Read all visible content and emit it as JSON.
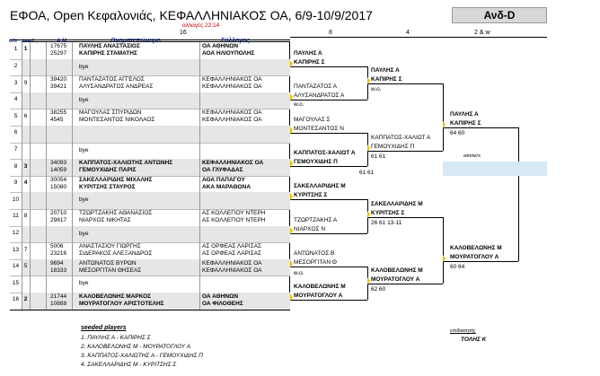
{
  "header": {
    "title": "ΕΦΟΑ, Open Κεφαλονιάς, ΚΕΦΑΛΛΗΝΙΑΚΟΣ ΟΑ, 6/9-10/9/2017",
    "category": "Ανδ-D",
    "update_note": "αλλαγές 22:14"
  },
  "columns": {
    "ao": "α/α",
    "seed": "seed",
    "am": "Α.Μ.",
    "name": "Ονοματεπώνυμο",
    "club": "Σύλλογος",
    "r16": "16",
    "r8": "8",
    "r4": "4",
    "r2": "2 & w"
  },
  "rows": [
    {
      "no": "1",
      "seed": "1",
      "am1": "17675",
      "am2": "25297",
      "p1": "ΠΑΥΛΗΣ ΑΝΑΣΤΑΣΙΟΣ",
      "p2": "ΚΑΠΙΡΗΣ ΣΤΑΜΑΤΗΣ",
      "c1": "ΟΑ ΑΘΗΝΩΝ",
      "c2": "ΑΟΑ ΗΛΙΟΥΠΟΛΗΣ"
    },
    {
      "no": "2",
      "seed": "",
      "am1": "",
      "am2": "",
      "p1": "bye",
      "p2": "",
      "c1": "",
      "c2": ""
    },
    {
      "no": "3",
      "seed": "9",
      "am1": "39420",
      "am2": "39421",
      "p1": "ΠΑΝΤΑΖΑΤΟΣ ΑΓΓΕΛΟΣ",
      "p2": "ΑΛΥΣΑΝΔΡΑΤΟΣ ΑΝΔΡΕΑΣ",
      "c1": "ΚΕΦΑΛΛΗΝΙΑΚΟΣ ΟΑ",
      "c2": "ΚΕΦΑΛΛΗΝΙΑΚΟΣ ΟΑ"
    },
    {
      "no": "4",
      "seed": "",
      "am1": "",
      "am2": "",
      "p1": "bye",
      "p2": "",
      "c1": "",
      "c2": ""
    },
    {
      "no": "5",
      "seed": "6",
      "am1": "38255",
      "am2": "4545",
      "p1": "ΜΑΓΟΥΛΑΣ ΣΠΥΡΙΔΩΝ",
      "p2": "ΜΟΝΤΕΣΑΝΤΟΣ ΝΙΚΟΛΑΟΣ",
      "c1": "ΚΕΦΑΛΛΗΝΙΑΚΟΣ ΟΑ",
      "c2": "ΚΕΦΑΛΛΗΝΙΑΚΟΣ ΟΑ"
    },
    {
      "no": "6",
      "seed": "",
      "am1": "",
      "am2": "",
      "p1": "",
      "p2": "",
      "c1": "",
      "c2": ""
    },
    {
      "no": "7",
      "seed": "",
      "am1": "",
      "am2": "",
      "p1": "bye",
      "p2": "",
      "c1": "",
      "c2": ""
    },
    {
      "no": "8",
      "seed": "3",
      "am1": "34093",
      "am2": "14059",
      "p1": "ΚΑΠΠΑΤΟΣ-ΧΑΛΙΩΤΗΣ ΑΝΤΩΝΗΣ",
      "p2": "ΓΕΜΟΥΧΙΔΗΣ ΠΑΡΙΣ",
      "c1": "ΚΕΦΑΛΛΗΝΙΑΚΟΣ ΟΑ",
      "c2": "ΟΑ ΓΛΥΦΑΔΑΣ"
    },
    {
      "no": "9",
      "seed": "4",
      "am1": "30054",
      "am2": "15080",
      "p1": "ΣΑΚΕΛΛΑΡΙΔΗΣ ΜΙΧΑΛΗΣ",
      "p2": "ΚΥΡΙΤΣΗΣ ΣΤΑΥΡΟΣ",
      "c1": "ΑΟΑ ΠΑΠΑΓΟΥ",
      "c2": "ΑΚΑ ΜΑΡΑΘΩΝΑ"
    },
    {
      "no": "10",
      "seed": "",
      "am1": "",
      "am2": "",
      "p1": "bye",
      "p2": "",
      "c1": "",
      "c2": ""
    },
    {
      "no": "11",
      "seed": "8",
      "am1": "20710",
      "am2": "29817",
      "p1": "ΤΖΩΡΤΖΑΚΗΣ ΑΘΑΝΑΣΙΟΣ",
      "p2": "ΝΙΑΡΧΟΣ ΝΙΚΗΤΑΣ",
      "c1": "ΑΣ ΚΟΛΛΕΓΙΟΥ ΝΤΕΡΗ",
      "c2": "ΑΣ ΚΟΛΛΕΓΙΟΥ ΝΤΕΡΗ"
    },
    {
      "no": "12",
      "seed": "",
      "am1": "",
      "am2": "",
      "p1": "bye",
      "p2": "",
      "c1": "",
      "c2": ""
    },
    {
      "no": "13",
      "seed": "7",
      "am1": "5006",
      "am2": "23216",
      "p1": "ΑΝΑΣΤΑΣΙΟΥ ΓΙΩΡΓΗΣ",
      "p2": "ΣΙΔΕΡΑΚΟΣ ΑΛΕΞΑΝΔΡΟΣ",
      "c1": "ΑΣ ΟΡΦΕΑΣ ΛΑΡΙΣΑΣ",
      "c2": "ΑΣ ΟΡΦΕΑΣ ΛΑΡΙΣΑΣ"
    },
    {
      "no": "14",
      "seed": "5",
      "am1": "9694",
      "am2": "18333",
      "p1": "ΑΝΤΩΝΑΤΟΣ ΒΥΡΩΝ",
      "p2": "ΜΕΣΟΡΓΙΤΑΝ ΘΗΣΕΑΣ",
      "c1": "ΚΕΦΑΛΛΗΝΙΑΚΟΣ ΟΑ",
      "c2": "ΚΕΦΑΛΛΗΝΙΑΚΟΣ ΟΑ"
    },
    {
      "no": "15",
      "seed": "",
      "am1": "",
      "am2": "",
      "p1": "bye",
      "p2": "",
      "c1": "",
      "c2": ""
    },
    {
      "no": "16",
      "seed": "2",
      "am1": "21744",
      "am2": "10888",
      "p1": "ΚΑΛΟΒΕΛΩΝΗΣ ΜΑΡΚΟΣ",
      "p2": "ΜΟΥΡΑΤΟΓΛΟΥ ΑΡΙΣΤΟΤΕΛΗΣ",
      "c1": "ΟΑ ΑΘΗΝΩΝ",
      "c2": "ΟΑ ΦΙΛΟΘΕΗΣ"
    }
  ],
  "round8": [
    {
      "p1": "ΠΑΥΛΗΣ Α",
      "p2": "ΚΑΠΙΡΗΣ Σ",
      "score": ""
    },
    {
      "p1": "ΠΑΝΤΑΖΑΤΟΣ Α",
      "p2": "ΑΛΥΣΑΝΔΡΑΤΟΣ Α",
      "score": ""
    },
    {
      "p1": "ΜΑΓΟΥΛΑΣ Σ",
      "p2": "ΜΟΝΤΕΣΑΝΤΟΣ Ν",
      "score": ""
    },
    {
      "p1": "ΚΑΠΠΑΤΟΣ-ΧΑΛΙΩΤ Α",
      "p2": "ΓΕΜΟΥΧΙΔΗΣ Π",
      "score": ""
    },
    {
      "p1": "ΣΑΚΕΛΛΑΡΙΔΗΣ Μ",
      "p2": "ΚΥΡΙΤΣΗΣ Σ",
      "score": ""
    },
    {
      "p1": "ΤΖΩΡΤΖΑΚΗΣ Α",
      "p2": "ΝΙΑΡΧΟΣ Ν",
      "score": ""
    },
    {
      "p1": "ΑΝΤΩΝΑΤΟΣ Β",
      "p2": "ΜΕΣΟΡΓΙΤΑΝ Θ",
      "score": ""
    },
    {
      "p1": "ΚΑΛΟΒΕΛΩΝΗΣ Μ",
      "p2": "ΜΟΥΡΑΤΟΓΛΟΥ Α",
      "score": ""
    }
  ],
  "round8_notes": [
    "w.o.",
    "61 61",
    "w.o."
  ],
  "round4": [
    {
      "p1": "ΠΑΥΛΗΣ Α",
      "p2": "ΚΑΠΙΡΗΣ Σ",
      "score": "w.o."
    },
    {
      "p1": "ΚΑΠΠΑΤΟΣ-ΧΑΛΙΩΤ Α",
      "p2": "ΓΕΜΟΥΧΙΔΗΣ Π",
      "score": "61 61"
    },
    {
      "p1": "ΣΑΚΕΛΛΑΡΙΔΗΣ Μ",
      "p2": "ΚΥΡΙΤΣΗΣ Σ",
      "score": "26 61 13-11"
    },
    {
      "p1": "ΚΑΛΟΒΕΛΩΝΗΣ Μ",
      "p2": "ΜΟΥΡΑΤΟΓΛΟΥ Α",
      "score": "62 60"
    }
  ],
  "round2": [
    {
      "p1": "ΠΑΥΛΗΣ Α",
      "p2": "ΚΑΠΙΡΗΣ Σ",
      "score": "64 60"
    },
    {
      "p1": "ΚΑΛΟΒΕΛΩΝΗΣ Μ",
      "p2": "ΜΟΥΡΑΤΟΓΛΟΥ Α",
      "score": "60 64"
    }
  ],
  "winner_label": "winners",
  "seeded": {
    "title": "seeded players",
    "items": [
      "1. ΠΑΥΛΗΣ Α - ΚΑΠΙΡΗΣ Σ",
      "2. ΚΑΛΟΒΕΛΩΝΗΣ Μ - ΜΟΥΡΑΤΟΓΛΟΥ Α",
      "3. ΚΑΠΠΑΤΟΣ-ΧΑΛΙΩΤΗΣ Α - ΓΕΜΟΥΧΙΔΗΣ Π",
      "4. ΣΑΚΕΛΛΑΡΙΔΗΣ Μ - ΚΥΡΙΤΣΗΣ Σ"
    ]
  },
  "referee": {
    "label": "επιδιαιτητής",
    "name": "ΤΟΛΗΣ Κ"
  }
}
